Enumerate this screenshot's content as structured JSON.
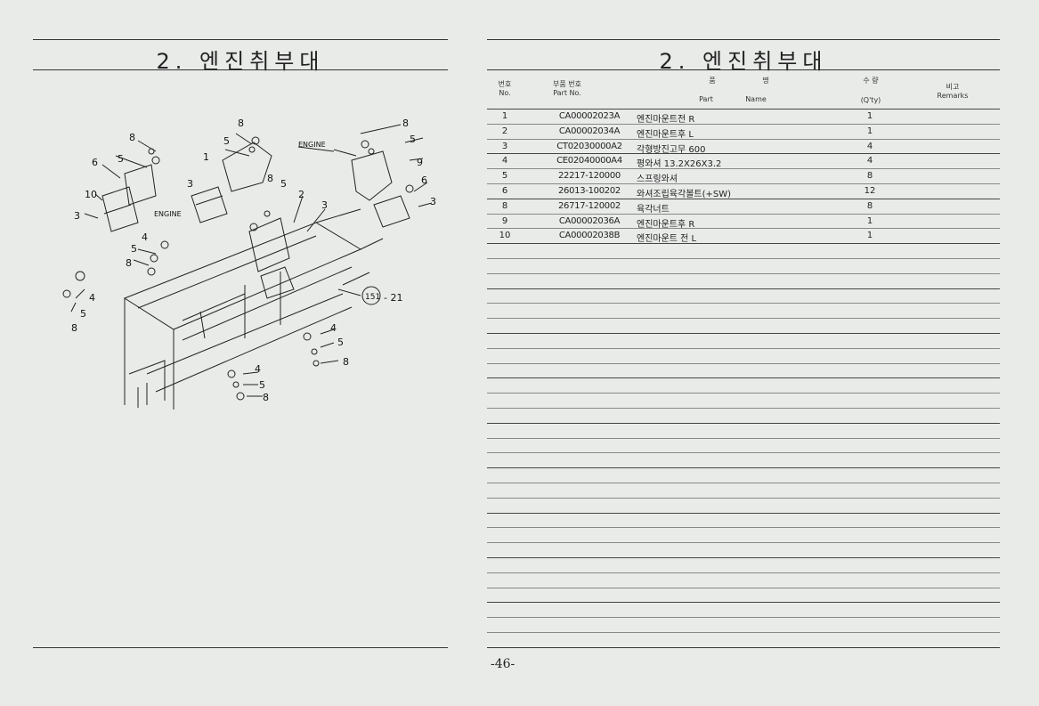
{
  "left_page": {
    "title": "2. 엔진취부대"
  },
  "right_page": {
    "title": "2. 엔진취부대",
    "columns": {
      "no_kr": "번호",
      "no_en": "No.",
      "part_no_kr": "부품 번호",
      "part_no_en": "Part No.",
      "name_kr_1": "품",
      "name_kr_2": "명",
      "name_en_1": "Part",
      "name_en_2": "Name",
      "qty_kr": "수 량",
      "qty_en": "(Q'ty)",
      "remarks_kr": "비고",
      "remarks_en": "Remarks"
    },
    "rows": [
      {
        "no": "1",
        "part_no": "CA00002023A",
        "name": "엔진마운트전 R",
        "qty": "1"
      },
      {
        "no": "2",
        "part_no": "CA00002034A",
        "name": "엔진마운트후 L",
        "qty": "1"
      },
      {
        "no": "3",
        "part_no": "CT02030000A2",
        "name": "각형방진고무 600",
        "qty": "4"
      },
      {
        "no": "4",
        "part_no": "CE02040000A4",
        "name": "평와셔 13.2X26X3.2",
        "qty": "4"
      },
      {
        "no": "5",
        "part_no": "22217-120000",
        "name": "스프링와셔",
        "qty": "8"
      },
      {
        "no": "6",
        "part_no": "26013-100202",
        "name": "와셔조립육각볼트(+SW)",
        "qty": "12"
      },
      {
        "no": "8",
        "part_no": "26717-120002",
        "name": "육각너트",
        "qty": "8"
      },
      {
        "no": "9",
        "part_no": "CA00002036A",
        "name": "엔진마운트후 R",
        "qty": "1"
      },
      {
        "no": "10",
        "part_no": "CA00002038B",
        "name": "엔진마운트 전 L",
        "qty": "1"
      }
    ],
    "page_number": "-46-"
  },
  "diagram": {
    "callouts": [
      "1",
      "2",
      "3",
      "4",
      "5",
      "6",
      "8",
      "9",
      "10",
      "21",
      "151"
    ],
    "engine_label": "ENGINE"
  }
}
